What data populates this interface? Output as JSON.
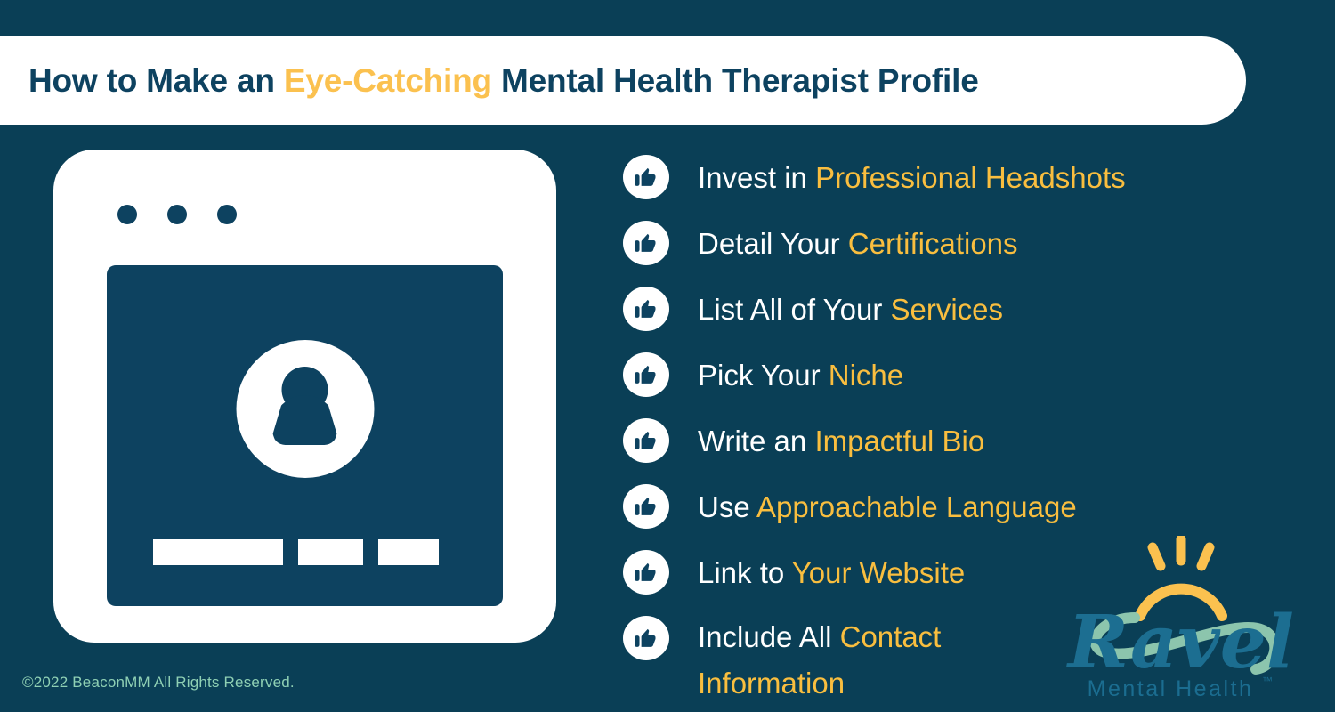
{
  "colors": {
    "background": "#0a3f56",
    "panel_white": "#ffffff",
    "navy_text": "#0d4260",
    "gold_title": "#fbc14f",
    "gold_list": "#f9be3f",
    "mint_copyright": "#8fd0b4",
    "logo_teal": "#1c6e91",
    "logo_sage": "#8cc5ad",
    "logo_subtext": "#1b6d90"
  },
  "header": {
    "title_part1": "How to Make an ",
    "title_highlight": "Eye-Catching",
    "title_part2": " Mental Health Therapist Profile"
  },
  "illustration": {
    "name": "therapist-profile-browser-window",
    "dots": [
      "dot-1",
      "dot-2",
      "dot-3"
    ],
    "avatar_icon": "person-avatar-icon",
    "bars": [
      "bar-wide",
      "bar-medium",
      "bar-small"
    ]
  },
  "tips": [
    {
      "icon": "thumbs-up-icon",
      "plain": "Invest in ",
      "highlight": "Professional Headshots"
    },
    {
      "icon": "thumbs-up-icon",
      "plain": "Detail Your ",
      "highlight": "Certifications"
    },
    {
      "icon": "thumbs-up-icon",
      "plain": "List All of Your ",
      "highlight": "Services"
    },
    {
      "icon": "thumbs-up-icon",
      "plain": "Pick Your ",
      "highlight": "Niche"
    },
    {
      "icon": "thumbs-up-icon",
      "plain": "Write an ",
      "highlight": "Impactful Bio"
    },
    {
      "icon": "thumbs-up-icon",
      "plain": "Use ",
      "highlight": "Approachable Language"
    },
    {
      "icon": "thumbs-up-icon",
      "plain": "Link to ",
      "highlight": "Your Website"
    },
    {
      "icon": "thumbs-up-icon",
      "plain": "Include All ",
      "highlight": "Contact Information"
    }
  ],
  "footer": {
    "copyright": "©2022 BeaconMM All Rights Reserved."
  },
  "logo": {
    "wordmark": "Ravel",
    "subtext": "Mental Health",
    "trademark": "™",
    "sun_icon": "sun-rays-icon",
    "swoosh_icon": "swoosh-icon"
  }
}
